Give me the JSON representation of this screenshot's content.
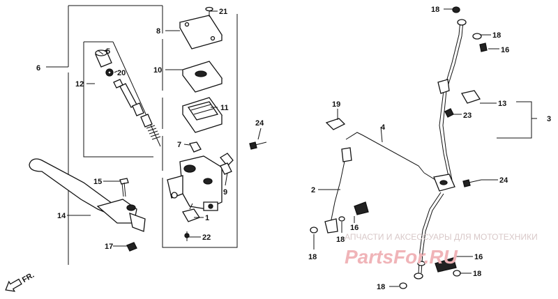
{
  "labels": {
    "l1": "1",
    "l2": "2",
    "l3": "3",
    "l4": "4",
    "l5": "5",
    "l6": "6",
    "l7": "7",
    "l8": "8",
    "l9": "9",
    "l10": "10",
    "l11": "11",
    "l12": "12",
    "l13": "13",
    "l14": "14",
    "l15": "15",
    "l16a": "16",
    "l16b": "16",
    "l16c": "16",
    "l17": "17",
    "l18a": "18",
    "l18b": "18",
    "l18c": "18",
    "l18d": "18",
    "l18e": "18",
    "l18f": "18",
    "l19": "19",
    "l20": "20",
    "l21": "21",
    "l22": "22",
    "l23": "23",
    "l24a": "24",
    "l24b": "24"
  },
  "direction_label": "FR.",
  "watermark": {
    "caption": "АПЧАСТИ И АКСЕССУАРЫ ДЛЯ МОТОТЕХНИКИ",
    "brand": "PartsFor.RU"
  }
}
